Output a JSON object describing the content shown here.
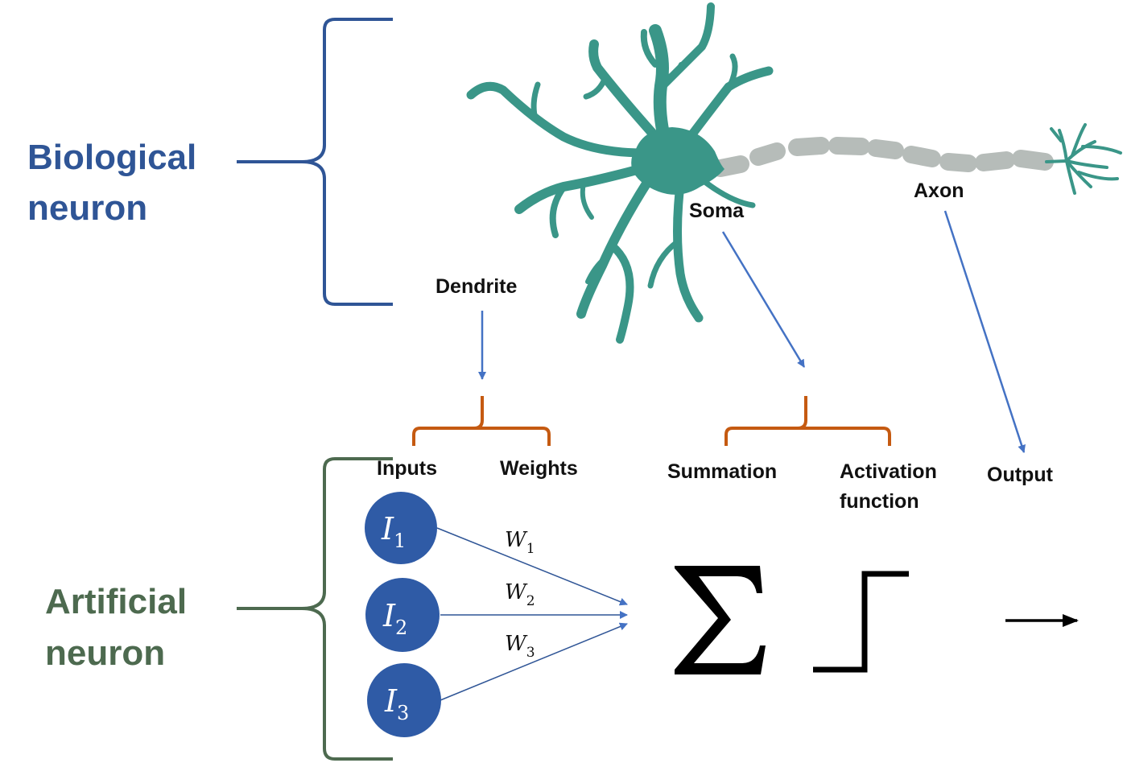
{
  "colors": {
    "biological": "#2f5596",
    "artificial": "#4d6a4f",
    "neuron_body": "#3a9688",
    "axon": "#b6bcb9",
    "arrow": "#4472c4",
    "bracket_orange": "#c55a11",
    "node_fill": "#2f5ba6",
    "black": "#000000"
  },
  "biological": {
    "title_line1": "Biological",
    "title_line2": "neuron",
    "labels": {
      "dendrite": "Dendrite",
      "soma": "Soma",
      "axon": "Axon"
    }
  },
  "artificial": {
    "title_line1": "Artificial",
    "title_line2": "neuron",
    "labels": {
      "inputs": "Inputs",
      "weights": "Weights",
      "summation": "Summation",
      "activation_line1": "Activation",
      "activation_line2": "function",
      "output": "Output"
    },
    "inputs": [
      {
        "symbol": "I",
        "sub": "1"
      },
      {
        "symbol": "I",
        "sub": "2"
      },
      {
        "symbol": "I",
        "sub": "3"
      }
    ],
    "weights": [
      {
        "symbol": "W",
        "sub": "1"
      },
      {
        "symbol": "W",
        "sub": "2"
      },
      {
        "symbol": "W",
        "sub": "3"
      }
    ],
    "sum_symbol": "∑"
  },
  "icons": {
    "neuron": "neuron-illustration",
    "step": "step-function-icon",
    "output_arrow": "right-arrow-icon"
  }
}
